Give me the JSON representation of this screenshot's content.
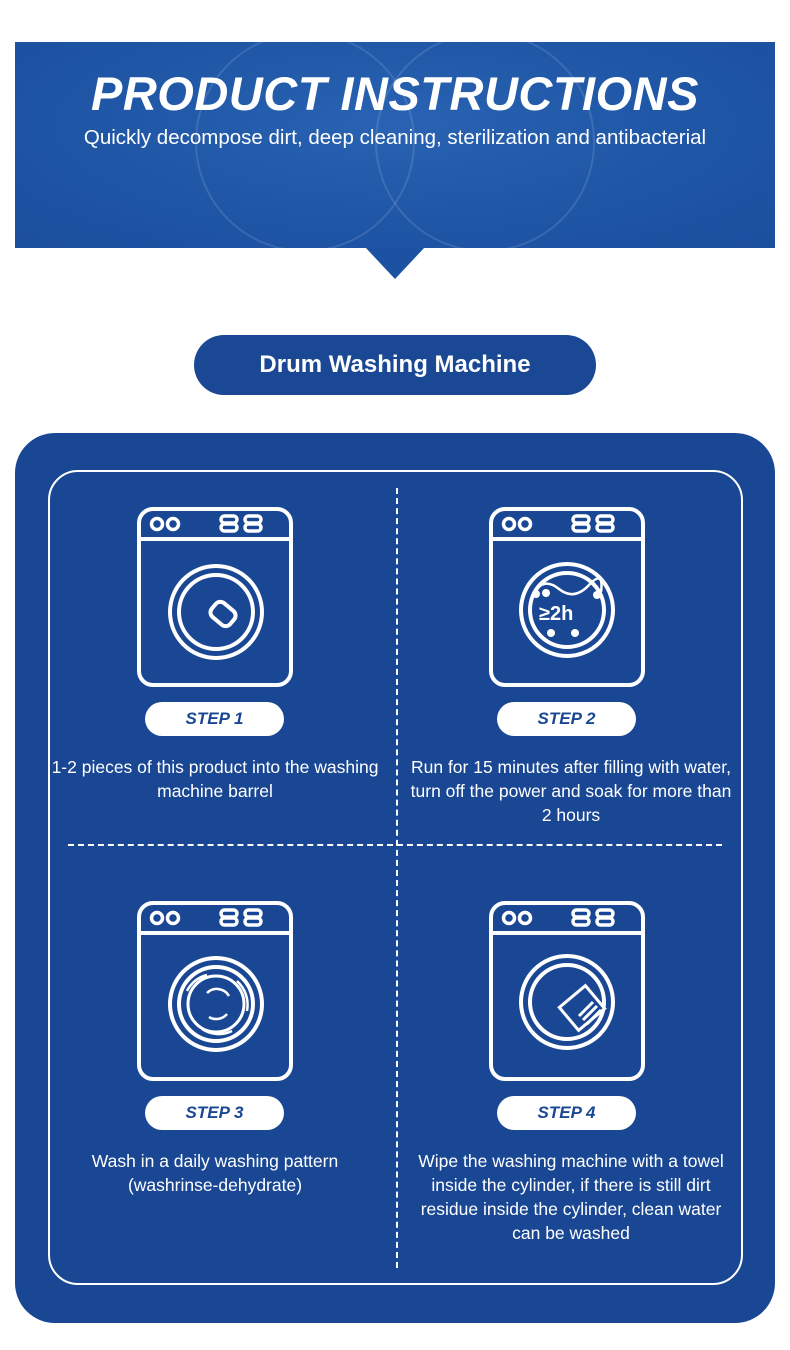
{
  "header": {
    "title": "PRODUCT INSTRUCTIONS",
    "subtitle": "Quickly decompose dirt, deep cleaning, sterilization and antibacterial"
  },
  "section": {
    "label": "Drum Washing Machine"
  },
  "steps": [
    {
      "label": "STEP 1",
      "text": "1-2 pieces of this product into the washing machine barrel",
      "icon": "washing-machine-tablet-icon"
    },
    {
      "label": "STEP 2",
      "text": "Run for 15 minutes after filling with water, turn off the power and soak for more than 2 hours",
      "icon": "washing-machine-soak-icon",
      "badge": "≥2h"
    },
    {
      "label": "STEP 3",
      "text": "Wash in a daily washing pattern (washrinse-dehydrate)",
      "icon": "washing-machine-spin-icon"
    },
    {
      "label": "STEP 4",
      "text": "Wipe the washing machine with a towel inside the cylinder, if there is still dirt residue inside the cylinder, clean water can be washed",
      "icon": "washing-machine-wipe-icon"
    }
  ],
  "colors": {
    "primary": "#1a4794",
    "banner": "#1f56a6"
  }
}
